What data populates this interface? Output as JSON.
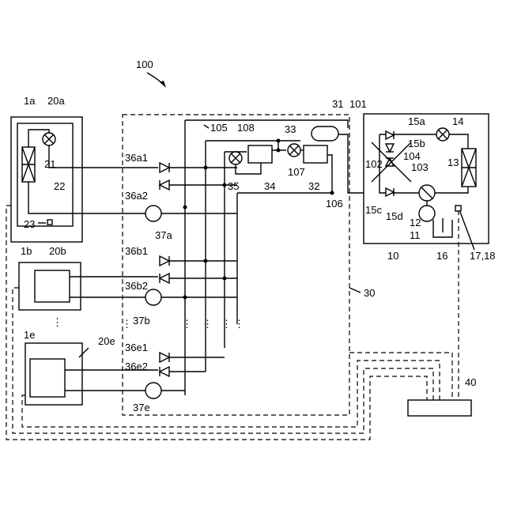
{
  "labels": {
    "system": "100",
    "indoor_a": "1a",
    "heat_exchanger_a": "20a",
    "expansion_valve_a": "21",
    "indoor_coil_a": "22",
    "sensor_a": "23",
    "indoor_b": "1b",
    "heat_exchanger_b": "20b",
    "indoor_e": "1e",
    "heat_exchanger_e": "20e",
    "relay_unit": "30",
    "accumulator": "31",
    "pipe_101": "101",
    "pipe_102": "102",
    "pipe_103": "103",
    "pipe_104": "104",
    "pipe_105": "105",
    "pipe_106": "106",
    "pipe_107": "107",
    "pipe_108": "108",
    "valve_33": "33",
    "hx_34": "34",
    "valve_35": "35",
    "hx_32": "32",
    "check_36a1": "36a1",
    "check_36a2": "36a2",
    "check_36b1": "36b1",
    "check_36b2": "36b2",
    "check_36e1": "36e1",
    "check_36e2": "36e2",
    "pump_37a": "37a",
    "pump_37b": "37b",
    "pump_37e": "37e",
    "outdoor_unit": "10",
    "compressor": "11",
    "four_way": "12",
    "outdoor_coil": "13",
    "outdoor_valve": "14",
    "check_15a": "15a",
    "check_15b": "15b",
    "check_15c": "15c",
    "check_15d": "15d",
    "accum_16": "16",
    "sensors_17_18": "17,18",
    "controller": "40"
  }
}
